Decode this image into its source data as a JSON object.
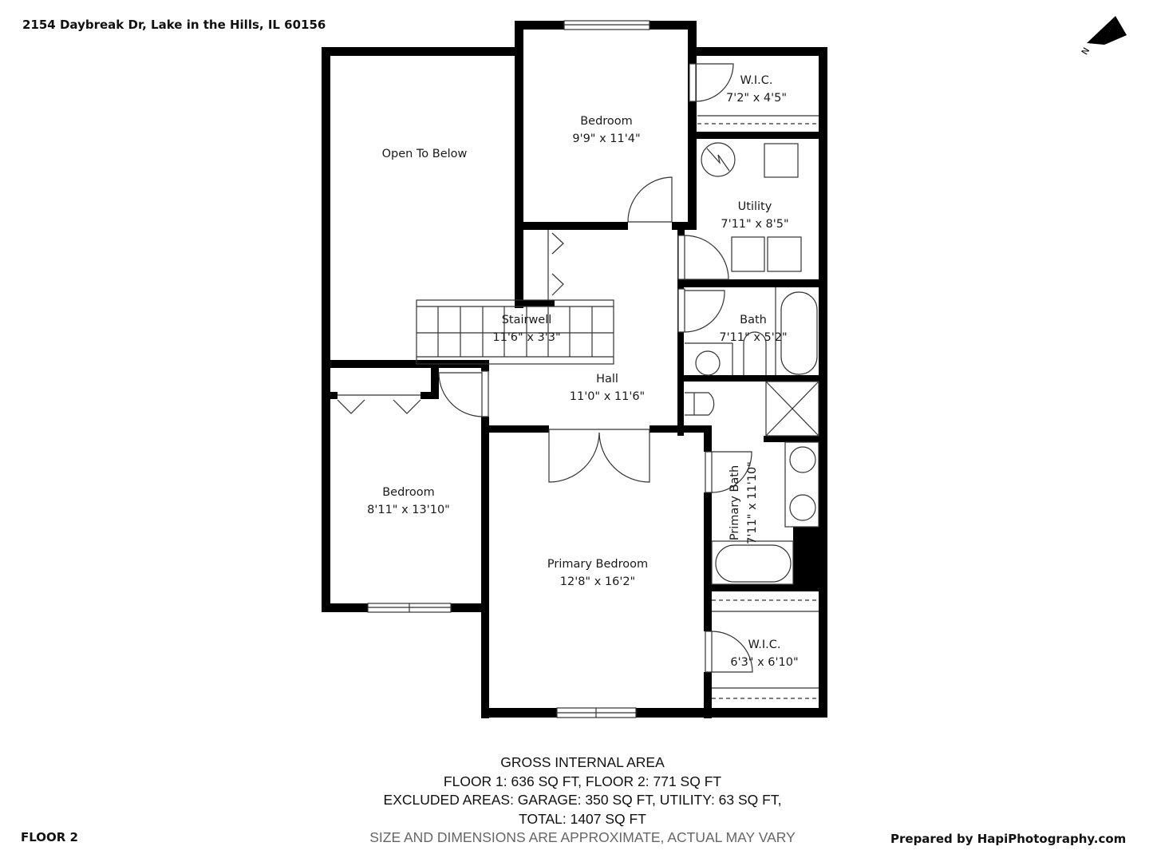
{
  "header": {
    "address": "2154 Daybreak Dr, Lake in the Hills, IL 60156"
  },
  "compass": {
    "label": "N",
    "icon": "north-arrow-icon"
  },
  "rooms": {
    "open_to_below": {
      "name": "Open To Below",
      "dims": ""
    },
    "bedroom_top": {
      "name": "Bedroom",
      "dims": "9'9\" x 11'4\""
    },
    "wic_top": {
      "name": "W.I.C.",
      "dims": "7'2\" x 4'5\""
    },
    "utility": {
      "name": "Utility",
      "dims": "7'11\" x 8'5\""
    },
    "bath": {
      "name": "Bath",
      "dims": "7'11\" x 5'2\""
    },
    "stairwell": {
      "name": "Stairwell",
      "dims": "11'6\" x 3'3\""
    },
    "hall": {
      "name": "Hall",
      "dims": "11'0\" x 11'6\""
    },
    "bedroom_left": {
      "name": "Bedroom",
      "dims": "8'11\" x 13'10\""
    },
    "primary_bedroom": {
      "name": "Primary Bedroom",
      "dims": "12'8\" x 16'2\""
    },
    "primary_bath": {
      "name": "Primary Bath",
      "dims": "7'11\" x 11'10\""
    },
    "wic_bottom": {
      "name": "W.I.C.",
      "dims": "6'3\" x 6'10\""
    }
  },
  "area_summary": {
    "title": "GROSS INTERNAL AREA",
    "floors": "FLOOR 1: 636 SQ FT, FLOOR 2: 771 SQ FT",
    "excluded": "EXCLUDED AREAS: GARAGE: 350 SQ FT, UTILITY: 63 SQ FT,",
    "total": "TOTAL: 1407 SQ FT",
    "disclaimer": "SIZE AND DIMENSIONS ARE APPROXIMATE, ACTUAL MAY VARY"
  },
  "footer": {
    "floor": "FLOOR 2",
    "prepared_by": "Prepared by HapiPhotography.com"
  },
  "colors": {
    "wall": "#000000",
    "background": "#ffffff",
    "fixture_line": "#333333",
    "disclaimer_text": "#666666"
  }
}
